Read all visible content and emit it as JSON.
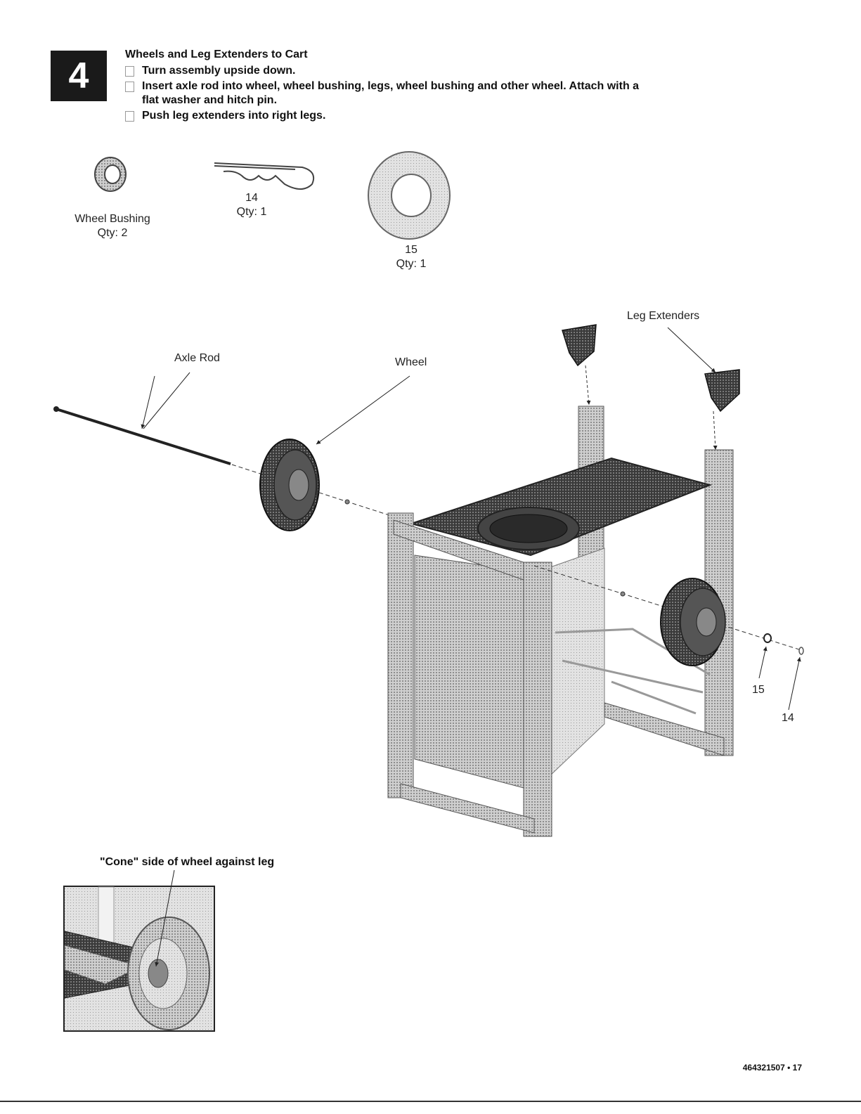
{
  "step": {
    "number": "4",
    "title": "Wheels and Leg Extenders to Cart",
    "instructions": [
      "Turn assembly upside down.",
      "Insert axle rod into wheel, wheel bushing, legs, wheel bushing and other wheel. Attach with a",
      "flat washer and hitch pin.",
      "Push leg extenders into right legs."
    ]
  },
  "parts": {
    "bushing": {
      "name": "Wheel Bushing",
      "qty": "Qty: 2"
    },
    "pin": {
      "number": "14",
      "qty": "Qty: 1"
    },
    "washer": {
      "number": "15",
      "qty": "Qty: 1"
    }
  },
  "callouts": {
    "axle_rod": "Axle Rod",
    "wheel": "Wheel",
    "leg_extenders": "Leg Extenders",
    "part_15": "15",
    "part_14": "14"
  },
  "inset": {
    "caption": "\"Cone\" side of wheel against leg"
  },
  "footer": {
    "page_ref": "464321507 • 17"
  },
  "colors": {
    "badge": "#1a1a1a",
    "line": "#222222",
    "metal": "#9a9a9a"
  }
}
